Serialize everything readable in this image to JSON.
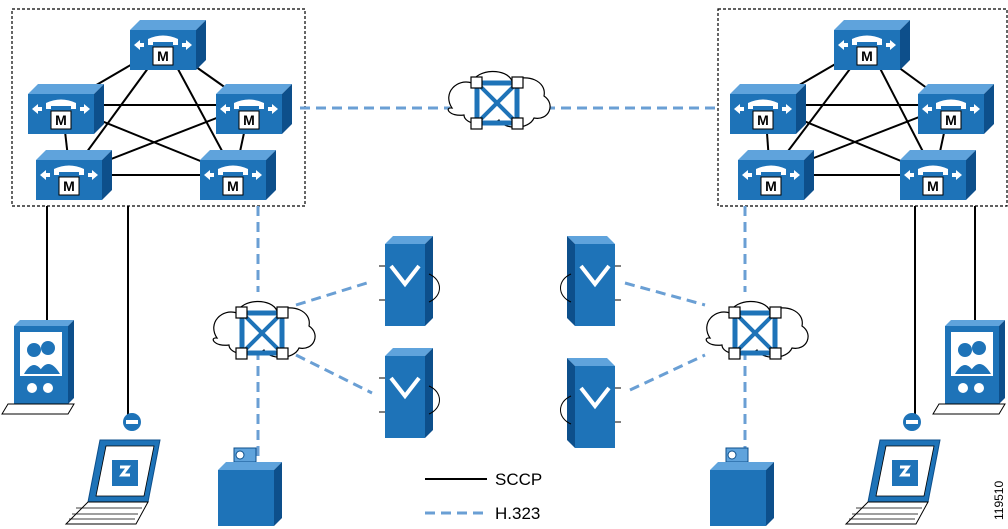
{
  "diagram": {
    "colors": {
      "device_blue": "#1e73b8",
      "device_dark": "#0d4f8b",
      "h323_line": "#6a9fd4",
      "sccp_line": "#000000"
    },
    "legend": {
      "sccp_label": "SCCP",
      "h323_label": "H.323"
    },
    "figure_id": "119510",
    "server_badge": "M",
    "icons": [
      "call-manager-icon",
      "cloud-switch-icon",
      "gatekeeper-icon",
      "video-terminal-icon",
      "laptop-softphone-icon",
      "video-camera-icon"
    ]
  }
}
